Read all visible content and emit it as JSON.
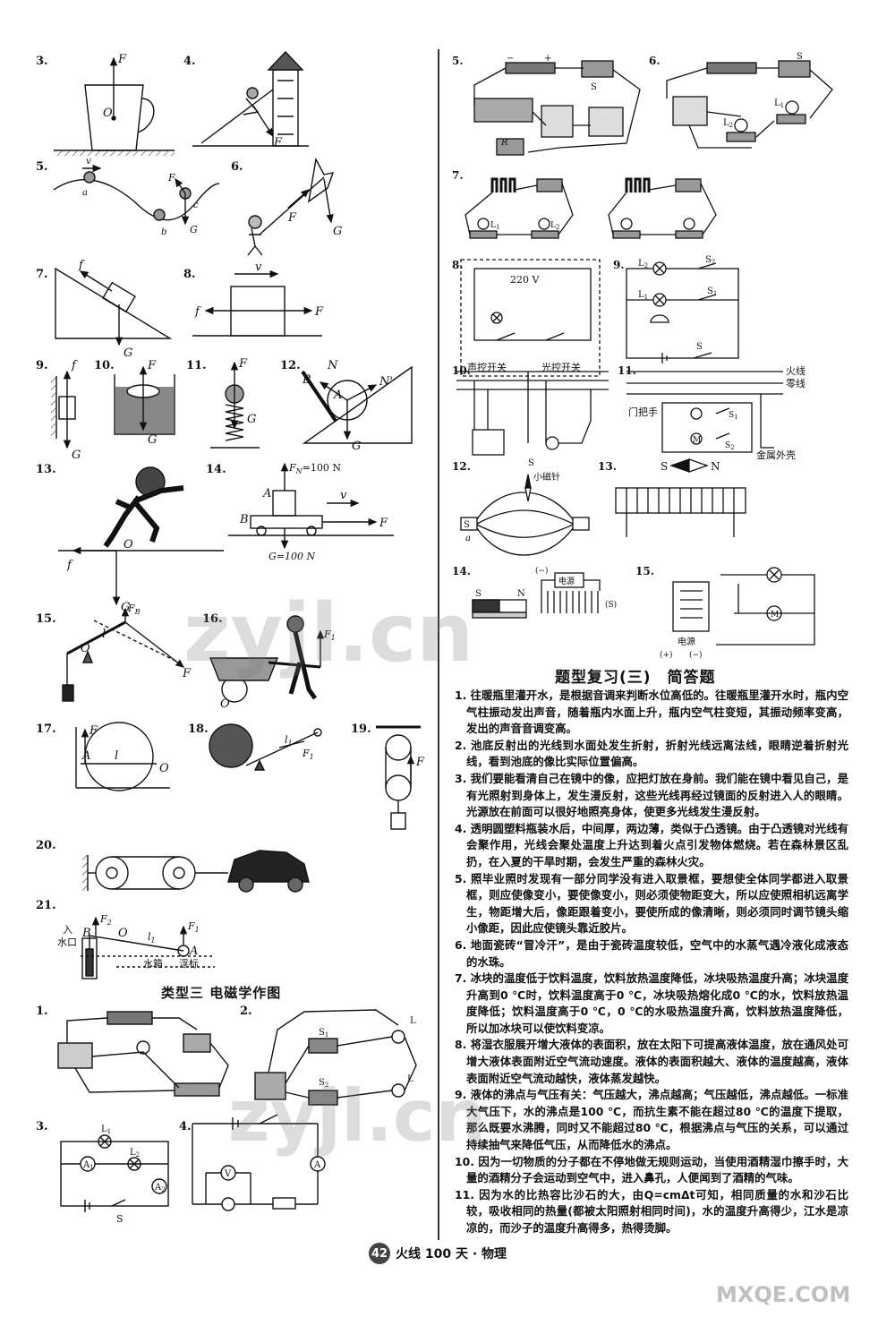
{
  "watermarks": {
    "main": "zyjl.cn",
    "second": "zyjl.cn",
    "corner": "MXQE.COM"
  },
  "left_figs": {
    "f3": {
      "num": "3.",
      "F": "F",
      "O": "O"
    },
    "f4": {
      "num": "4.",
      "F": "F"
    },
    "f5": {
      "num": "5.",
      "v": "v",
      "a": "a",
      "b": "b",
      "c": "c",
      "F": "F",
      "G": "G"
    },
    "f6": {
      "num": "6.",
      "F": "F",
      "G": "G"
    },
    "f7": {
      "num": "7.",
      "f": "f",
      "G": "G"
    },
    "f8": {
      "num": "8.",
      "v": "v",
      "f": "f",
      "F": "F"
    },
    "f9": {
      "num": "9.",
      "f": "f",
      "G": "G"
    },
    "f10": {
      "num": "10.",
      "F": "F",
      "G": "G"
    },
    "f11": {
      "num": "11.",
      "F": "F",
      "G": "G"
    },
    "f12": {
      "num": "12.",
      "B": "B",
      "N": "N",
      "A": "A",
      "N2": "N'",
      "G": "G"
    },
    "f13": {
      "num": "13.",
      "O": "O",
      "f": "f",
      "G": "G"
    },
    "f14": {
      "num": "14.",
      "Fn": "F",
      "Fn_sub": "N",
      "Fn_val": "=100 N",
      "A": "A",
      "B": "B",
      "v": "v",
      "F": "F",
      "G": "G=100 N"
    },
    "f15": {
      "num": "15.",
      "Fb": "F",
      "Fb_sub": "B",
      "l": "l",
      "O": "O",
      "F": "F"
    },
    "f16": {
      "num": "16.",
      "F1": "F",
      "F1_sub": "1",
      "O": "O"
    },
    "f17": {
      "num": "17.",
      "F": "F",
      "A": "A",
      "l": "l",
      "O": "O"
    },
    "f18": {
      "num": "18.",
      "l1": "l",
      "l1_sub": "1",
      "F1": "F",
      "F1_sub": "1"
    },
    "f19": {
      "num": "19.",
      "F": "F"
    },
    "f20": {
      "num": "20."
    },
    "f21": {
      "num": "21.",
      "F2": "F",
      "F2_sub": "2",
      "B": "B",
      "O": "O",
      "l1": "l",
      "l1_sub": "1",
      "F1": "F",
      "F1_sub": "1",
      "inlet": "入",
      "inlet2": "水口",
      "A": "A",
      "tank": "水箱",
      "float": "浮标"
    },
    "section3": {
      "title": "类型三   电磁学作图"
    },
    "e1": {
      "num": "1."
    },
    "e2": {
      "num": "2.",
      "S1": "S",
      "S1_sub": "1",
      "S2": "S",
      "S2_sub": "2",
      "L1": "L",
      "L2": "L"
    },
    "e3": {
      "num": "3.",
      "L1": "L",
      "L1_sub": "1",
      "L2": "L",
      "L2_sub": "2",
      "A1": "A",
      "A1_sub": "1",
      "A2": "A",
      "A2_sub": "2",
      "S": "S"
    },
    "e4": {
      "num": "4.",
      "V": "V",
      "A": "A"
    }
  },
  "right_figs": {
    "r5": {
      "num": "5.",
      "S": "S",
      "R": "R",
      "plus": "+",
      "minus": "−"
    },
    "r6": {
      "num": "6.",
      "S": "S",
      "L1": "L",
      "L1_sub": "1",
      "L2": "L",
      "L2_sub": "2"
    },
    "r7": {
      "num": "7.",
      "L1": "L",
      "L1_sub": "1",
      "L2": "L",
      "L2_sub": "2"
    },
    "r8": {
      "num": "8.",
      "voltage": "220 V",
      "sound_switch": "声控开关",
      "light_switch": "光控开关"
    },
    "r9": {
      "num": "9.",
      "L2": "L",
      "L2_sub": "2",
      "L1": "L",
      "L1_sub": "1",
      "S2": "S",
      "S2_sub": "2",
      "S1": "S",
      "S1_sub": "1",
      "S": "S"
    },
    "r10": {
      "num": "10."
    },
    "r11": {
      "num": "11.",
      "live": "火线",
      "neutral": "零线",
      "handle": "门把手",
      "S1": "S",
      "S1_sub": "1",
      "S2": "S",
      "S2_sub": "2",
      "M": "M",
      "shell": "金属外壳"
    },
    "r12": {
      "num": "12.",
      "S": "S",
      "needle": "小磁针",
      "S2": "S",
      "a": "a"
    },
    "r13": {
      "num": "13.",
      "S": "S",
      "N": "N"
    },
    "r14": {
      "num": "14.",
      "S": "S",
      "N": "N",
      "minus": "(−)",
      "power": "电源",
      "Sp": "(S)"
    },
    "r15": {
      "num": "15.",
      "M": "M",
      "power": "电源",
      "plus": "(+)",
      "minus": "(−)"
    }
  },
  "section_short": {
    "title": "题型复习(三)　简答题"
  },
  "answers": [
    "1. 往暖瓶里灌开水，是根据音调来判断水位高低的。往暖瓶里灌开水时，瓶内空气柱振动发出声音，随着瓶内水面上升，瓶内空气柱变短，其振动频率变高，发出的声音音调变高。",
    "2. 池底反射出的光线到水面处发生折射，折射光线远离法线，眼睛逆着折射光线，看到池底的像比实际位置偏高。",
    "3. 我们要能看清自己在镜中的像，应把灯放在身前。我们能在镜中看见自己，是有光照射到身体上，发生漫反射，这些光线再经过镜面的反射进入人的眼睛。光源放在前面可以很好地照亮身体，使更多光线发生漫反射。",
    "4. 透明圆塑料瓶装水后，中间厚，两边薄，类似于凸透镜。由于凸透镜对光线有会聚作用，光线会聚处温度上升达到着火点引发物体燃烧。若在森林景区乱扔，在入夏的干旱时期，会发生严重的森林火灾。",
    "5. 照毕业照时发现有一部分同学没有进入取景框，要想使全体同学都进入取景框，则应使像变小，要使像变小，则必须使物距变大，所以应使照相机远离学生，物距增大后，像距跟着变小，要使所成的像清晰，则必须同时调节镜头缩小像距，因此应使镜头靠近胶片。",
    "6. 地面瓷砖“冒冷汗”，是由于瓷砖温度较低，空气中的水蒸气遇冷液化成液态的水珠。",
    "7. 冰块的温度低于饮料温度，饮料放热温度降低，冰块吸热温度升高；冰块温度升高到0 ℃时，饮料温度高于0 ℃，冰块吸热熔化成0 ℃的水，饮料放热温度降低；饮料温度高于0 ℃，0 ℃的水吸热温度升高，饮料放热温度降低，所以加冰块可以使饮料变凉。",
    "8. 将湿衣服展开增大液体的表面积，放在太阳下可提高液体温度，放在通风处可增大液体表面附近空气流动速度。液体的表面积越大、液体的温度越高，液体表面附近空气流动越快，液体蒸发越快。",
    "9. 液体的沸点与气压有关：气压越大，沸点越高；气压越低，沸点越低。一标准大气压下，水的沸点是100 ℃，而抗生素不能在超过80 ℃的温度下提取，那么既要水沸腾，同时又不能超过80 ℃，根据沸点与气压的关系，可以通过持续抽气来降低气压，从而降低水的沸点。",
    "10. 因为一切物质的分子都在不停地做无规则运动，当使用酒精湿巾擦手时，大量的酒精分子会运动到空气中，进入鼻孔，人便闻到了酒精的气味。",
    "11. 因为水的比热容比沙石的大，由Q=cmΔt可知，相同质量的水和沙石比较，吸收相同的热量(都被太阳照射相同时间)，水的温度升高得少，江水是凉凉的，而沙子的温度升高得多，热得烫脚。"
  ],
  "footer": {
    "page": "42",
    "text": "火线 100 天 · 物理"
  }
}
